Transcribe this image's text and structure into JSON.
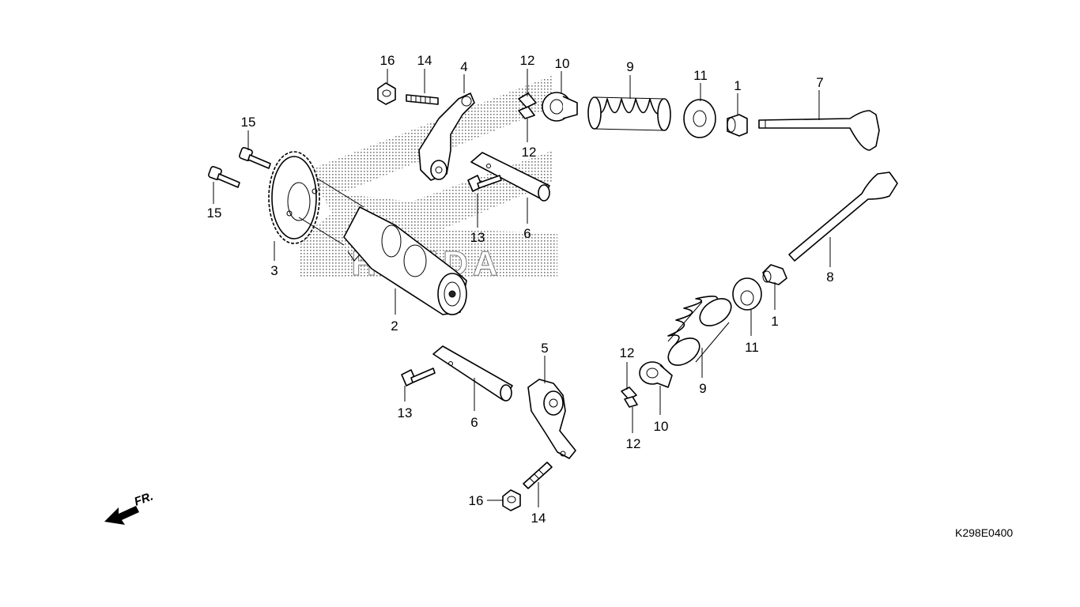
{
  "diagram": {
    "watermark": "HONDA",
    "diagram_code": "K298E0400",
    "direction_label": "FR.",
    "callouts": [
      "16",
      "14",
      "4",
      "12",
      "10",
      "9",
      "11",
      "1",
      "7",
      "15",
      "15",
      "12",
      "13",
      "6",
      "3",
      "2",
      "8",
      "1",
      "11",
      "12",
      "9",
      "5",
      "13",
      "6",
      "10",
      "12",
      "16",
      "14"
    ]
  }
}
